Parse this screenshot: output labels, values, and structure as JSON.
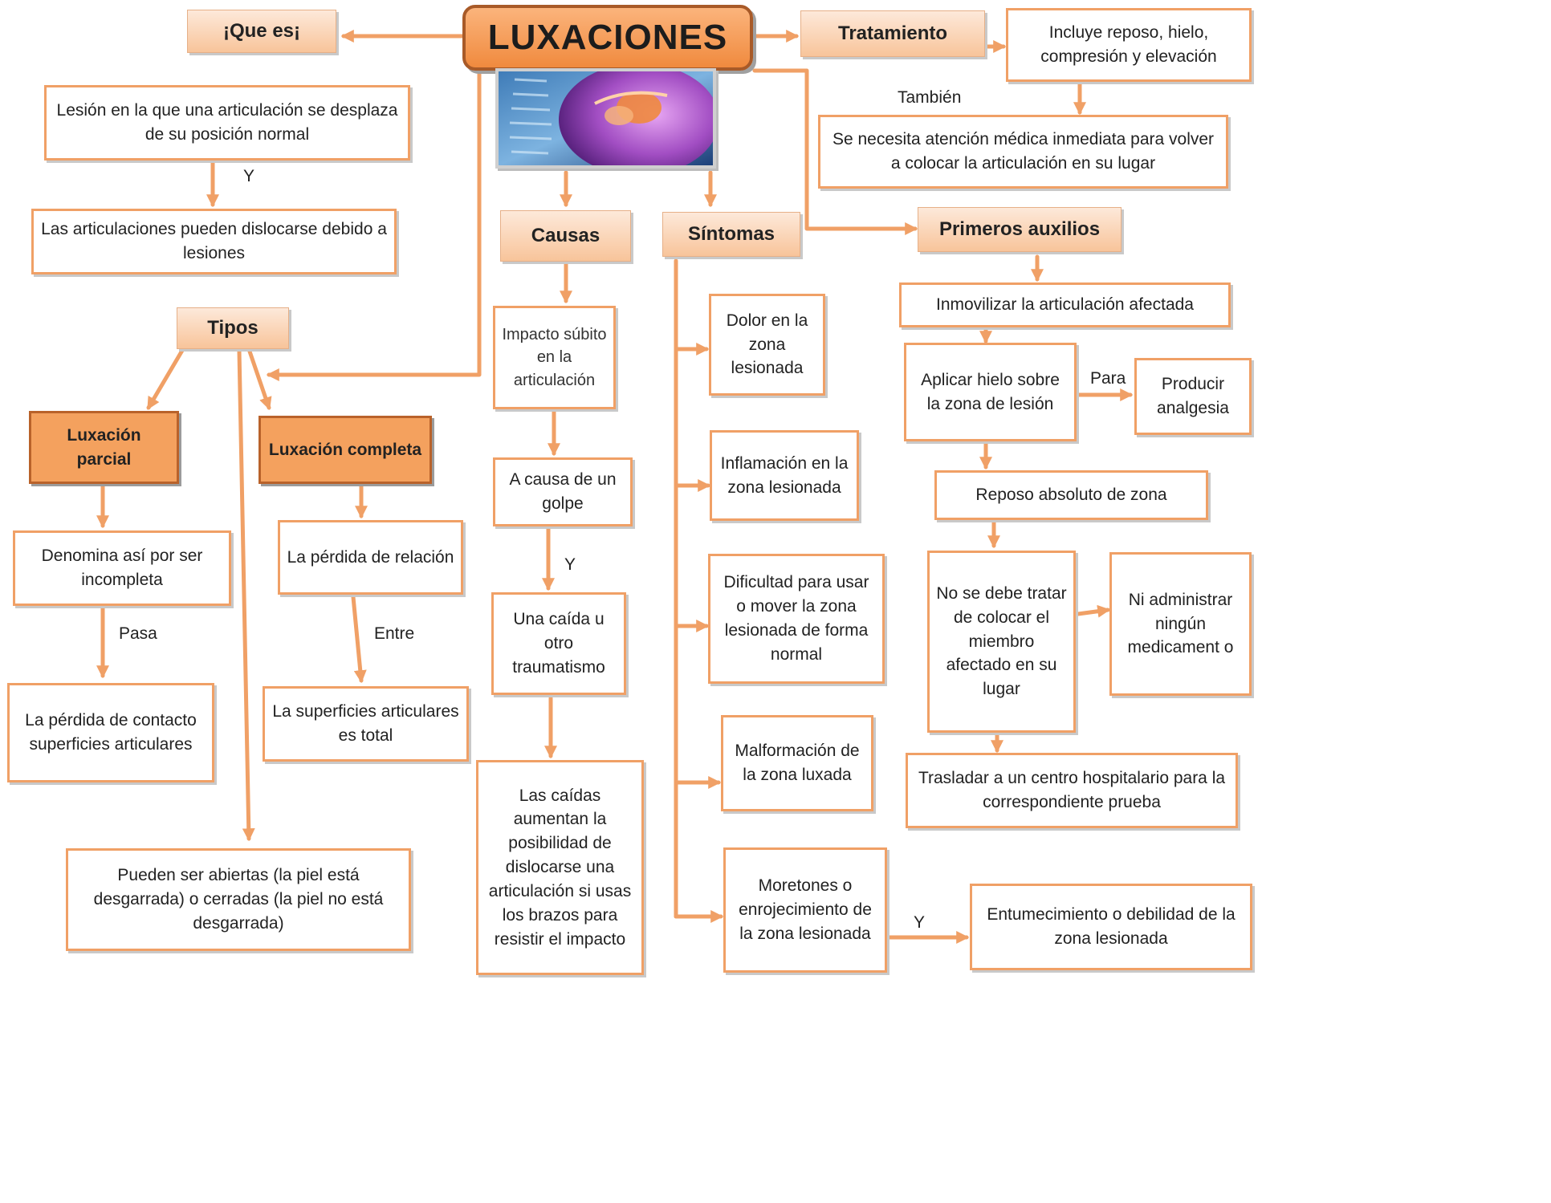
{
  "title": "LUXACIONES",
  "image": {
    "subject": "shoulder-joint-illustration"
  },
  "headers": {
    "que_es": "¡Que es¡",
    "tratamiento": "Tratamiento",
    "causas": "Causas",
    "sintomas": "Síntomas",
    "primeros_auxilios": "Primeros auxilios",
    "tipos": "Tipos",
    "luxacion_parcial": "Luxación parcial",
    "luxacion_completa": "Luxación completa"
  },
  "definicion": {
    "lesion": "Lesión en la que una articulación se desplaza de su posición normal",
    "articulaciones": "Las articulaciones pueden dislocarse debido a lesiones"
  },
  "tratamiento": {
    "reposo": "Incluye reposo, hielo, compresión y elevación",
    "atencion": "Se necesita atención médica inmediata para volver a colocar la articulación en su lugar"
  },
  "causas": {
    "impacto": "Impacto súbito en la articulación",
    "golpe": "A causa de un golpe",
    "caida": "Una caída u otro traumatismo",
    "caidas_aumentan": "Las caídas aumentan la posibilidad de dislocarse una articulación si usas los brazos para resistir el impacto"
  },
  "sintomas": {
    "dolor": "Dolor en la zona lesionada",
    "inflamacion": "Inflamación en la zona lesionada",
    "dificultad": "Dificultad para usar o mover la zona lesionada de forma normal",
    "malformacion": "Malformación de la zona luxada",
    "moretones": "Moretones o enrojecimiento de la zona lesionada",
    "entumecimiento": "Entumecimiento o debilidad de la zona lesionada"
  },
  "primeros_auxilios": {
    "inmovilizar": "Inmovilizar la articulación afectada",
    "hielo": "Aplicar hielo sobre la zona de lesión",
    "analgesia": "Producir analgesia",
    "reposo": "Reposo absoluto de zona",
    "no_tratar": "No se debe tratar de colocar el miembro afectado en su lugar",
    "ni_administrar": "Ni administrar ningún medicament o",
    "trasladar": "Trasladar a un centro hospitalario para la correspondiente prueba"
  },
  "tipos": {
    "parcial_def": "Denomina así por ser incompleta",
    "parcial_perdida": "La pérdida de contacto superficies articulares",
    "completa_def": "La pérdida de relación",
    "completa_total": "La superficies articulares es total",
    "abiertas": "Pueden ser abiertas (la piel está desgarrada) o cerradas (la piel no está desgarrada)"
  },
  "connectors": {
    "y1": "Y",
    "tambien": "También",
    "y2": "Y",
    "pasa": "Pasa",
    "entre": "Entre",
    "para": "Para",
    "y3": "Y"
  },
  "colors": {
    "accent": "#f0a066",
    "title_border": "#a85a28",
    "header_fill": "#f8c49a"
  }
}
